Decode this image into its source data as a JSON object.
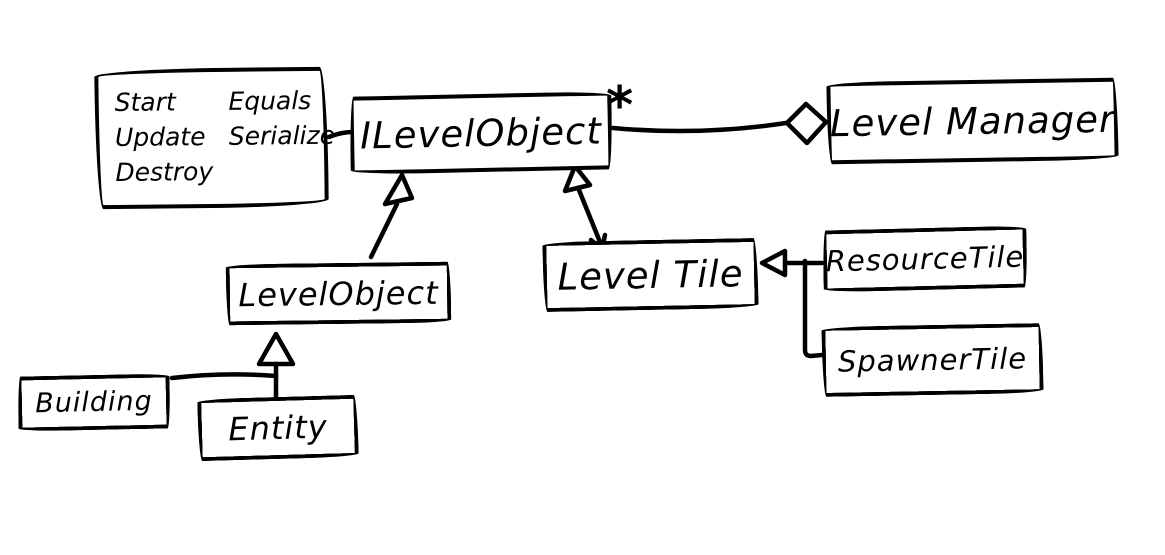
{
  "canvas": {
    "background": "#ffffff",
    "ink": "#000000"
  },
  "diagram": {
    "kind": "hand-drawn UML class diagram",
    "boxes": {
      "methods": {
        "column1": [
          "Start",
          "Update",
          "Destroy"
        ],
        "column2": [
          "Equals",
          "Serialize"
        ]
      },
      "ilevelobject": {
        "label": "ILevelObject"
      },
      "levelmanager": {
        "label": "Level Manager"
      },
      "levelobject": {
        "label": "LevelObject"
      },
      "leveltile": {
        "label": "Level Tile"
      },
      "resourcetile": {
        "label": "ResourceTile"
      },
      "spawnertile": {
        "label": "SpawnerTile"
      },
      "building": {
        "label": "Building"
      },
      "entity": {
        "label": "Entity"
      }
    },
    "annotations": {
      "multiplicity": "*"
    },
    "relationships": [
      {
        "from": "LevelManager",
        "to": "ILevelObject",
        "type": "aggregation",
        "multiplicity": "*"
      },
      {
        "from": "LevelObject",
        "to": "ILevelObject",
        "type": "realization"
      },
      {
        "from": "LevelTile",
        "to": "ILevelObject",
        "type": "realization"
      },
      {
        "from": "ResourceTile",
        "to": "LevelTile",
        "type": "inheritance"
      },
      {
        "from": "SpawnerTile",
        "to": "LevelTile",
        "type": "inheritance"
      },
      {
        "from": "Building",
        "to": "LevelObject",
        "type": "inheritance"
      },
      {
        "from": "Entity",
        "to": "LevelObject",
        "type": "inheritance"
      }
    ]
  }
}
